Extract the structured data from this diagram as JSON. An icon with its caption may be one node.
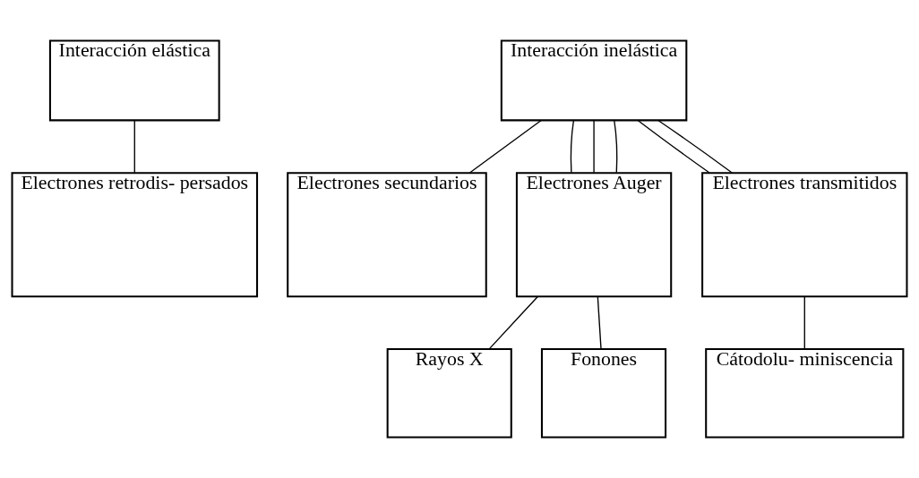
{
  "diagram": {
    "nodes": [
      {
        "text": [
          "Interacción elástica"
        ]
      },
      {
        "text": [
          "Electrones retrodis- persados"
        ]
      },
      {
        "text": [
          "Interacción inelástica"
        ]
      },
      {
        "text": [
          "Electrones secundarios"
        ]
      },
      {
        "text": [
          "Electrones Auger"
        ]
      },
      {
        "text": [
          "Electrones transmitidos"
        ]
      },
      {
        "text": [
          "Rayos X"
        ]
      },
      {
        "text": [
          "Fonones"
        ]
      },
      {
        "text": [
          "Cátodolu- miniscencia"
        ]
      }
    ],
    "edges": [
      {
        "from": 0,
        "to": 1,
        "arrow": "none"
      },
      {
        "from": 2,
        "to": 3,
        "arrow": "none"
      },
      {
        "from": 2,
        "to": 4,
        "arrow": "none"
      },
      {
        "from": 2,
        "to": 4,
        "arrow": "none"
      },
      {
        "from": 2,
        "to": 4,
        "arrow": "none"
      },
      {
        "from": 2,
        "to": 5,
        "arrow": "none"
      },
      {
        "from": 2,
        "to": 5,
        "arrow": "none"
      },
      {
        "from": 4,
        "to": 6,
        "arrow": "none"
      },
      {
        "from": 4,
        "to": 7,
        "arrow": "none"
      },
      {
        "from": 5,
        "to": 8,
        "arrow": "none"
      }
    ]
  }
}
